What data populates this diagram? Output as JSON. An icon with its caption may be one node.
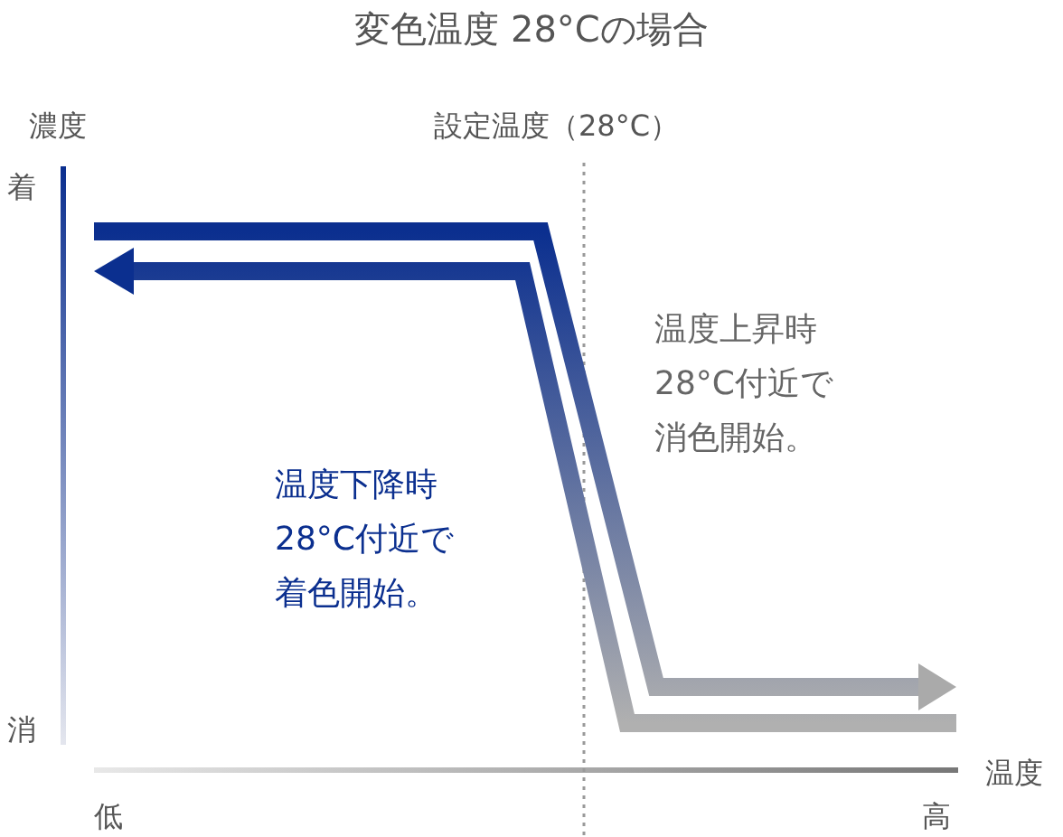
{
  "diagram": {
    "title": "変色温度 28°Cの場合",
    "labels": [
      "濃度",
      "設定温度（28°C）",
      "着",
      "温度上昇時28°C付近で消色開始。",
      "温度下降時28°C付近で着色開始。",
      "消",
      "温度",
      "低",
      "高"
    ]
  }
}
